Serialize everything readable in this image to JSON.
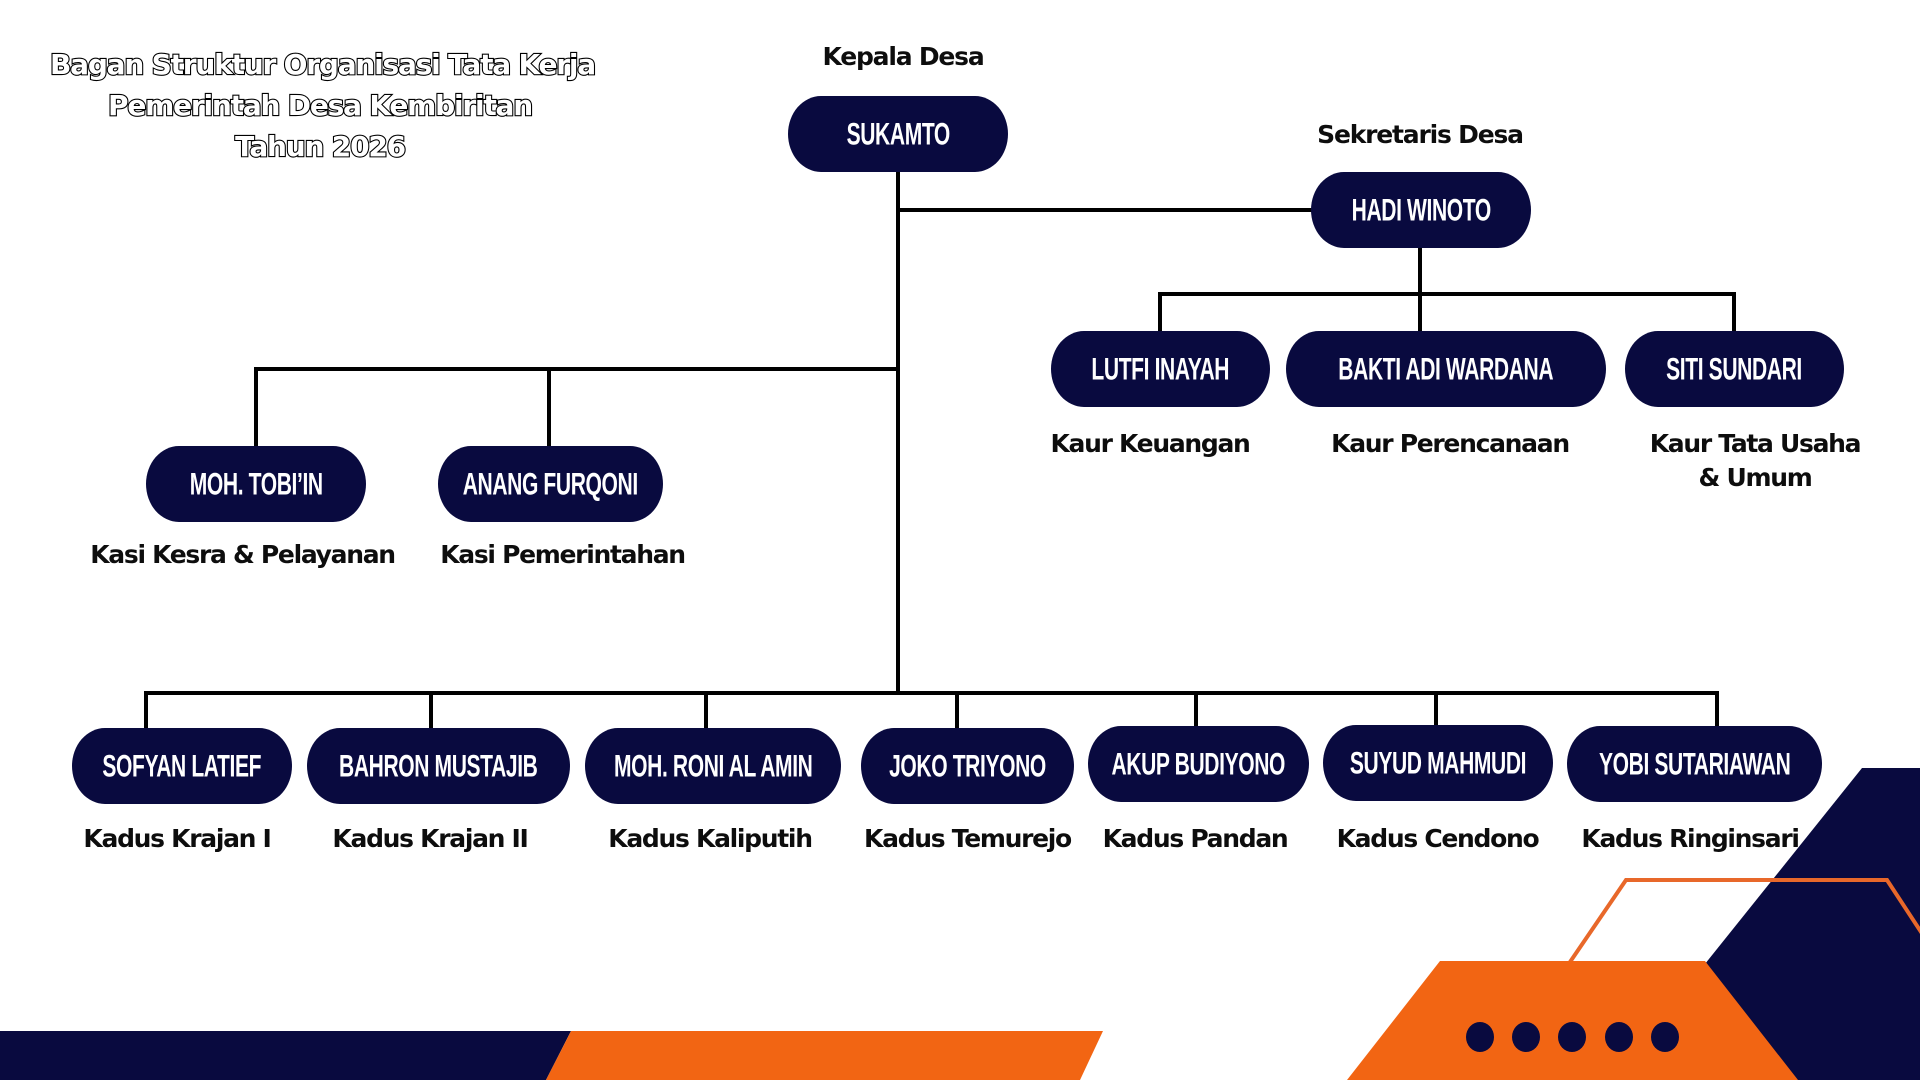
{
  "title": {
    "lines": [
      "Bagan Struktur Organisasi Tata Kerja",
      "Pemerintah Desa Kembiritan",
      "Tahun 2026"
    ]
  },
  "head": {
    "heading": "Kepala Desa",
    "name": "SUKAMTO"
  },
  "secretary": {
    "heading": "Sekretaris Desa",
    "name": "HADI WINOTO"
  },
  "kaur": [
    {
      "name": "LUTFI INAYAH",
      "role": "Kaur Keuangan"
    },
    {
      "name": "BAKTI ADI WARDANA",
      "role": "Kaur Perencanaan"
    },
    {
      "name": "SITI SUNDARI",
      "role_line1": "Kaur Tata Usaha",
      "role_line2": "& Umum"
    }
  ],
  "kasi": [
    {
      "name": "MOH. TOBI’IN",
      "role": "Kasi Kesra  & Pelayanan"
    },
    {
      "name": "ANANG FURQONI",
      "role": "Kasi Pemerintahan"
    }
  ],
  "kadus": [
    {
      "name": "SOFYAN LATIEF",
      "role": "Kadus Krajan I"
    },
    {
      "name": "BAHRON MUSTAJIB",
      "role": "Kadus Krajan II"
    },
    {
      "name": "MOH. RONI AL AMIN",
      "role": "Kadus Kaliputih"
    },
    {
      "name": "JOKO TRIYONO",
      "role": "Kadus Temurejo"
    },
    {
      "name": "AKUP BUDIYONO",
      "role": "Kadus Pandan"
    },
    {
      "name": "SUYUD MAHMUDI",
      "role": "Kadus Cendono"
    },
    {
      "name": "YOBI SUTARIAWAN",
      "role": "Kadus Ringinsari"
    }
  ],
  "colors": {
    "navy": "#090a3f",
    "orange": "#f26513",
    "line": "#000000"
  }
}
